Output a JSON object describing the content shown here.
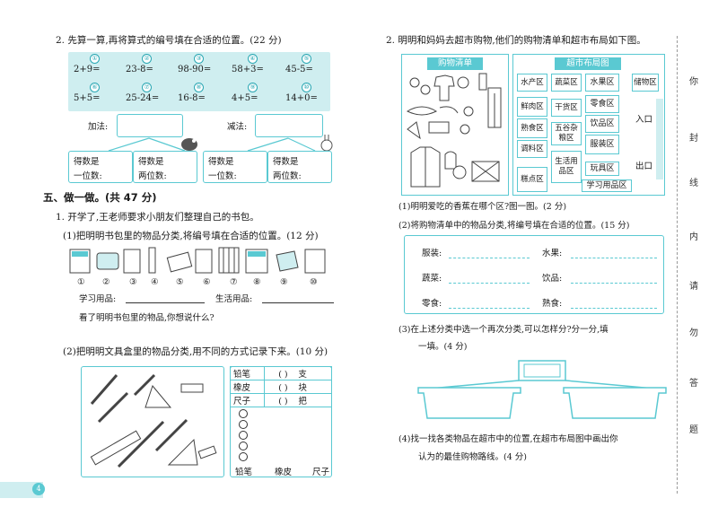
{
  "left": {
    "q2": {
      "title": "2. 先算一算,再将算式的编号填在合适的位置。(22 分)",
      "row1": [
        "2+9=",
        "23-8=",
        "98-90=",
        "58+3=",
        "45-5="
      ],
      "row2": [
        "5+5=",
        "25-24=",
        "16-8=",
        "4+5=",
        "14+0="
      ],
      "nums1": [
        "①",
        "②",
        "③",
        "④",
        "⑤"
      ],
      "nums2": [
        "⑥",
        "⑦",
        "⑧",
        "⑨",
        "⑩"
      ],
      "add_label": "加法:",
      "sub_label": "减法:",
      "res_a": "得数是",
      "res_b": "一位数:",
      "res_c": "两位数:"
    },
    "sec5": {
      "title": "五、做一做。(共 47 分)",
      "q1_title": "1. 开学了,王老师要求小朋友们整理自己的书包。",
      "q1_1": "(1)把明明书包里的物品分类,将编号填在合适的位置。(12 分)",
      "item_labels": [
        "①",
        "②",
        "③",
        "④",
        "⑤",
        "⑥",
        "⑦",
        "⑧",
        "⑨",
        "⑩"
      ],
      "study_label": "学习用品:",
      "life_label": "生活用品:",
      "think": "看了明明书包里的物品,你想说什么?",
      "q1_2": "(2)把明明文具盒里的物品分类,用不同的方式记录下来。(10 分)",
      "table_rows": [
        {
          "name": "铅笔",
          "paren": "(     )",
          "unit": "支"
        },
        {
          "name": "橡皮",
          "paren": "(     )",
          "unit": "块"
        },
        {
          "name": "尺子",
          "paren": "(     )",
          "unit": "把"
        }
      ],
      "bottom_labels": [
        "铅笔",
        "橡皮",
        "尺子"
      ]
    },
    "page_number": "4"
  },
  "right": {
    "q2": {
      "title": "2. 明明和妈妈去超市购物,他们的购物清单和超市布局如下图。",
      "list_title": "购物清单",
      "map_title": "超市布局图",
      "zones": [
        "水产区",
        "蔬菜区",
        "水果区",
        "储物区",
        "鲜肉区",
        "干货区",
        "零食区",
        "熟食区",
        "五谷杂粮区",
        "饮品区",
        "调料区",
        "服装区",
        "糕点区",
        "生活用品区",
        "玩具区",
        "学习用品区"
      ],
      "entry": "入口",
      "exit": "出口",
      "sub1": "(1)明明爱吃的香蕉在哪个区?图一图。(2 分)",
      "sub2": "(2)将购物清单中的物品分类,将编号填在合适的位置。(15 分)",
      "cats_left": [
        "服装:",
        "蔬菜:",
        "零食:"
      ],
      "cats_right": [
        "水果:",
        "饮品:",
        "熟食:"
      ],
      "sub3a": "(3)在上述分类中选一个再次分类,可以怎样分?分一分,填",
      "sub3b": "一填。(4 分)",
      "sub4a": "(4)找一找各类物品在超市中的位置,在超市布局图中画出你",
      "sub4b": "认为的最佳购物路线。(4 分)"
    }
  },
  "margin_chars": [
    "你",
    "封",
    "线",
    "内",
    "请",
    "勿",
    "答",
    "题"
  ],
  "colors": {
    "accent": "#5ac9d2",
    "fill": "#cfeef0"
  }
}
